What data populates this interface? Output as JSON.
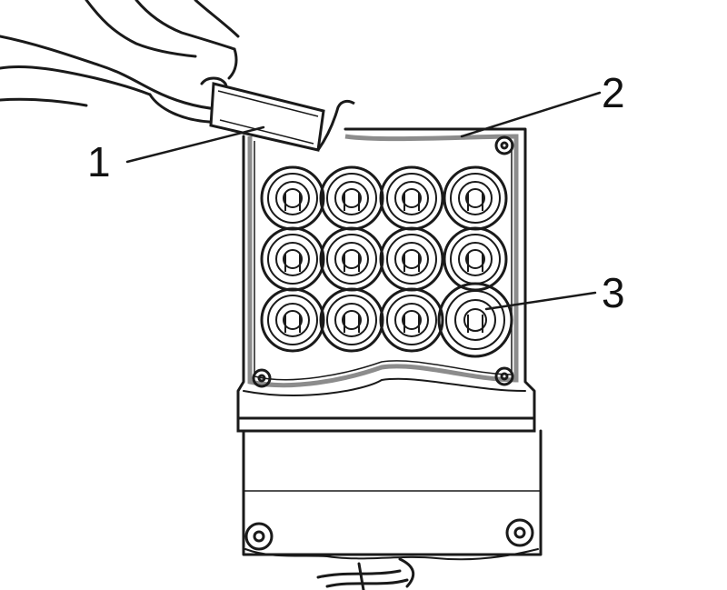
{
  "callouts": [
    {
      "id": "1",
      "label": "1"
    },
    {
      "id": "2",
      "label": "2"
    },
    {
      "id": "3",
      "label": "3"
    }
  ],
  "colors": {
    "ink": "#1a1a1a",
    "gasket": "#8c8c8c",
    "paper": "#ffffff"
  },
  "icons": {
    "hand": "hand-holding-tool-icon",
    "tool": "pry-tool-icon",
    "screw": "screw-head-icon",
    "connector": "hose-connector-icon"
  }
}
